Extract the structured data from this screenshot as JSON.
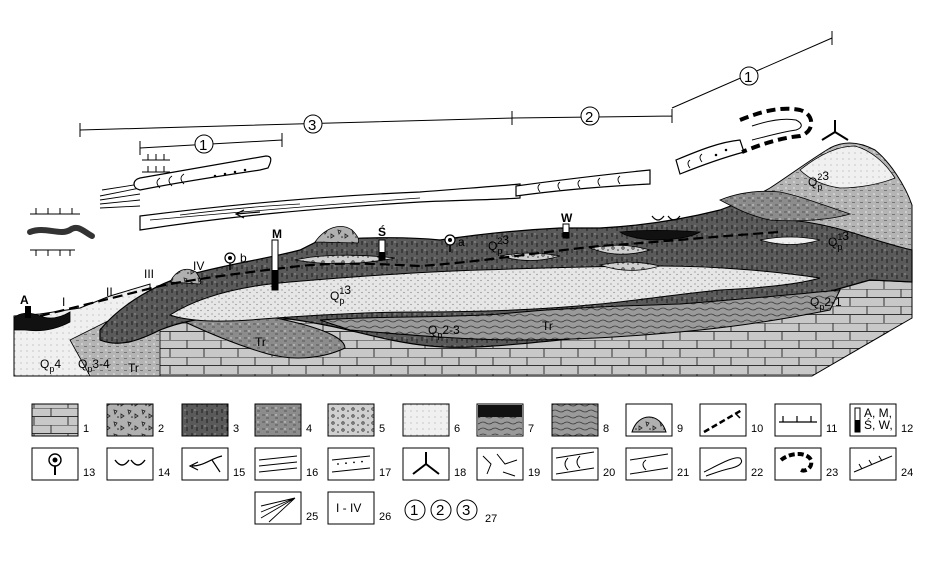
{
  "section": {
    "stratigraphic_labels": [
      {
        "id": "qp3-top",
        "text": "Q",
        "sup": "2",
        "sub": "p",
        "tail": "3"
      },
      {
        "id": "qp2-top",
        "text": "Q",
        "sup": "2",
        "sub": "p",
        "tail": "3"
      },
      {
        "id": "qp3-right",
        "text": "Q",
        "sup": "1",
        "sub": "p",
        "tail": "3"
      },
      {
        "id": "qp1-center",
        "text": "Q",
        "sup": "1",
        "sub": "p",
        "tail": "3"
      },
      {
        "id": "qp23",
        "text": "Q",
        "sup": "",
        "sub": "p",
        "tail": "2-3"
      },
      {
        "id": "qp21",
        "text": "Q",
        "sup": "",
        "sub": "p",
        "tail": "2-1"
      },
      {
        "id": "qp4",
        "text": "Q",
        "sup": "",
        "sub": "p",
        "tail": "4"
      },
      {
        "id": "qp34",
        "text": "Q",
        "sup": "",
        "sub": "p",
        "tail": "3-4"
      }
    ],
    "tr_labels": [
      "Tr",
      "Tr",
      "Tr"
    ],
    "site_letters": [
      "A",
      "M",
      "Ś",
      "W"
    ],
    "well_letters": [
      "a",
      "b"
    ],
    "terrace_numerals": [
      "I",
      "II",
      "III",
      "IV"
    ],
    "phase_labels": [
      "1",
      "3",
      "1",
      "2"
    ]
  },
  "legend": {
    "items": [
      {
        "n": "1",
        "pattern": "limestone"
      },
      {
        "n": "2",
        "pattern": "breccia"
      },
      {
        "n": "3",
        "pattern": "dark-loam"
      },
      {
        "n": "4",
        "pattern": "sandy-silt"
      },
      {
        "n": "5",
        "pattern": "gravel-sand"
      },
      {
        "n": "6",
        "pattern": "fine-sand"
      },
      {
        "n": "7",
        "pattern": "soil-horizon"
      },
      {
        "n": "8",
        "pattern": "wavy-clay"
      },
      {
        "n": "9",
        "pattern": "mound"
      },
      {
        "n": "10",
        "pattern": "thrust-line"
      },
      {
        "n": "11",
        "pattern": "tick-line"
      },
      {
        "n": "12",
        "pattern": "sites",
        "text": "A, M,\nŚ, W,"
      },
      {
        "n": "13",
        "pattern": "well"
      },
      {
        "n": "14",
        "pattern": "depressions"
      },
      {
        "n": "15",
        "pattern": "arrow"
      },
      {
        "n": "16",
        "pattern": "double-lines"
      },
      {
        "n": "17",
        "pattern": "dotted-lines"
      },
      {
        "n": "18",
        "pattern": "tripod"
      },
      {
        "n": "19",
        "pattern": "fractures"
      },
      {
        "n": "20",
        "pattern": "arcs-a"
      },
      {
        "n": "21",
        "pattern": "arcs-b"
      },
      {
        "n": "22",
        "pattern": "loop"
      },
      {
        "n": "23",
        "pattern": "horseshoe"
      },
      {
        "n": "24",
        "pattern": "scarp"
      },
      {
        "n": "25",
        "pattern": "fan"
      },
      {
        "n": "26",
        "pattern": "range",
        "text": "I - IV"
      },
      {
        "n": "27",
        "pattern": "circles",
        "text": [
          "1",
          "2",
          "3"
        ]
      }
    ]
  }
}
